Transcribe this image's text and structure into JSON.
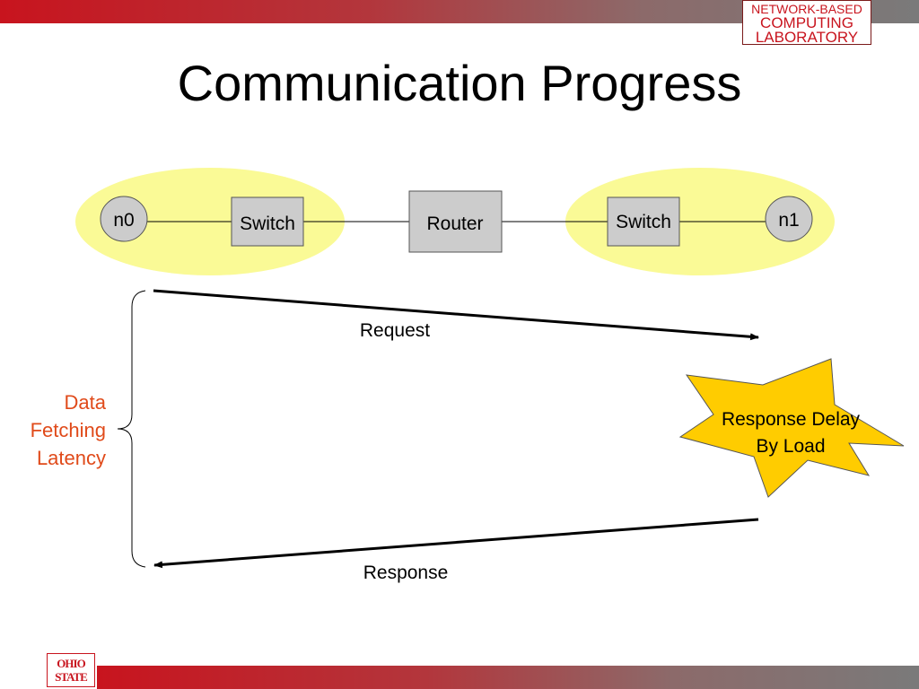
{
  "slide": {
    "title": "Communication Progress",
    "lab_logo_lines": [
      "NETWORK-BASED",
      "COMPUTING",
      "LABORATORY"
    ],
    "university_logo_lines": [
      "OHIO",
      "STATE"
    ]
  },
  "network": {
    "left_node": "n0",
    "left_switch": "Switch",
    "router": "Router",
    "right_switch": "Switch",
    "right_node": "n1"
  },
  "flow": {
    "request_label": "Request",
    "response_label": "Response",
    "delay_label_line1": "Response Delay",
    "delay_label_line2": "By Load",
    "latency_label_lines": [
      "Data",
      "Fetching",
      "Latency"
    ]
  },
  "colors": {
    "accent_red": "#c8141e",
    "highlight_yellow": "#fafa96",
    "burst_yellow": "#ffcc00",
    "latency_label": "#e04a1a",
    "box_gray": "#cccccc"
  }
}
